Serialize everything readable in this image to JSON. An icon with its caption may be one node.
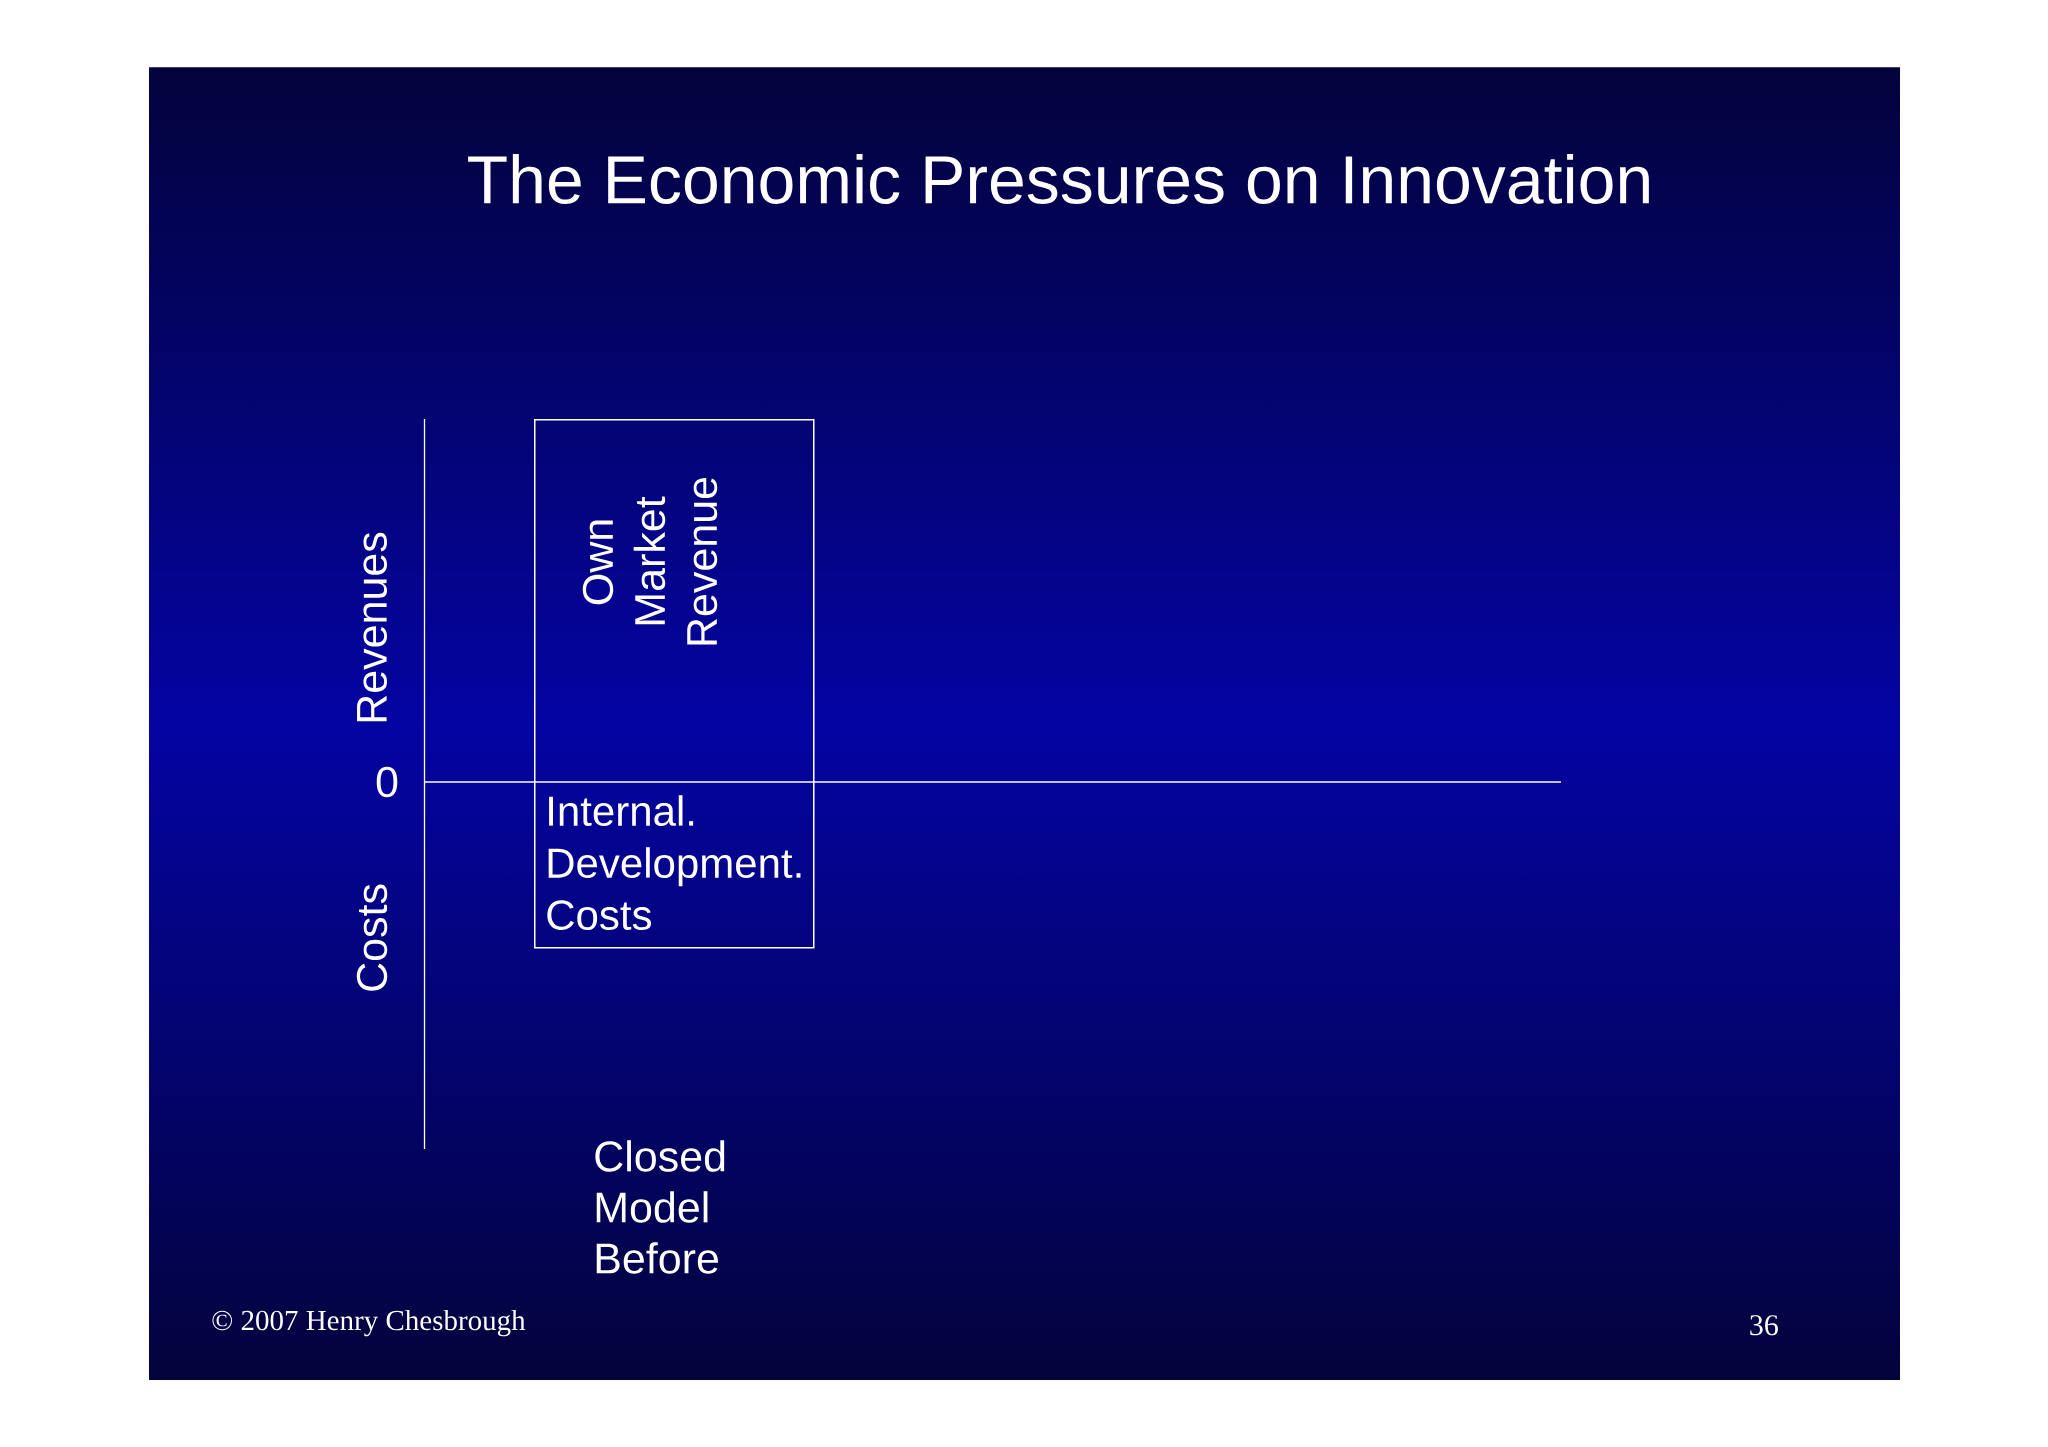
{
  "diagram": {
    "title": "The Economic Pressures on Innovation",
    "nodes": [
      {
        "text": [
          "Own Market Revenue",
          "Internal. Development. Costs"
        ]
      }
    ],
    "labels": [
      "Revenues",
      "0",
      "Costs",
      "Closed Model Before",
      "© 2007 Henry Chesbrough",
      "36"
    ]
  }
}
